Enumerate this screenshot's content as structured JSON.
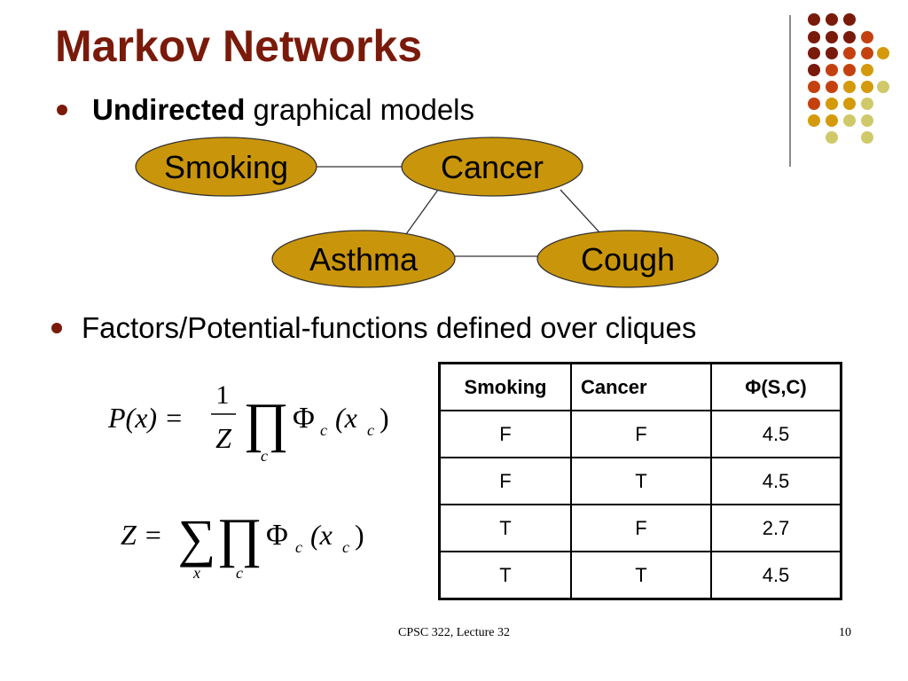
{
  "slide": {
    "title": "Markov Networks",
    "bullets": [
      {
        "bold": "Undirected",
        "text": " graphical models"
      },
      {
        "bold": "",
        "text": "Factors/Potential-functions defined over cliques"
      }
    ]
  },
  "graph": {
    "nodes": [
      "Smoking",
      "Cancer",
      "Asthma",
      "Cough"
    ],
    "edges": [
      [
        "Smoking",
        "Cancer"
      ],
      [
        "Cancer",
        "Asthma"
      ],
      [
        "Cancer",
        "Cough"
      ],
      [
        "Asthma",
        "Cough"
      ]
    ],
    "node_fill": "#c9950b",
    "edge_color": "#333333"
  },
  "formulas": {
    "f1": {
      "lhs": "P(x) =",
      "num": "1",
      "den": "Z",
      "prod": "∏",
      "prod_sub": "c",
      "phi": "Φ",
      "phi_sub": "c",
      "arg_open": "(x",
      "arg_sub": "c",
      "arg_close": ")"
    },
    "f2": {
      "lhs": "Z =",
      "sum": "∑",
      "sum_sub": "x",
      "prod": "∏",
      "prod_sub": "c",
      "phi": "Φ",
      "phi_sub": "c",
      "arg_open": "(x",
      "arg_sub": "c",
      "arg_close": ")"
    }
  },
  "table": {
    "headers": [
      "Smoking",
      "Cancer",
      "Φ(S,C)"
    ],
    "rows": [
      [
        "F",
        "F",
        "4.5"
      ],
      [
        "F",
        "T",
        "4.5"
      ],
      [
        "T",
        "F",
        "2.7"
      ],
      [
        "T",
        "T",
        "4.5"
      ]
    ]
  },
  "footer": {
    "course": "CPSC 322, Lecture 32",
    "page": "10"
  },
  "colors": {
    "title": "#7a1a0a",
    "dots": [
      "#7a1a0a",
      "#c4410f",
      "#d49a0b",
      "#cfc96a"
    ]
  }
}
